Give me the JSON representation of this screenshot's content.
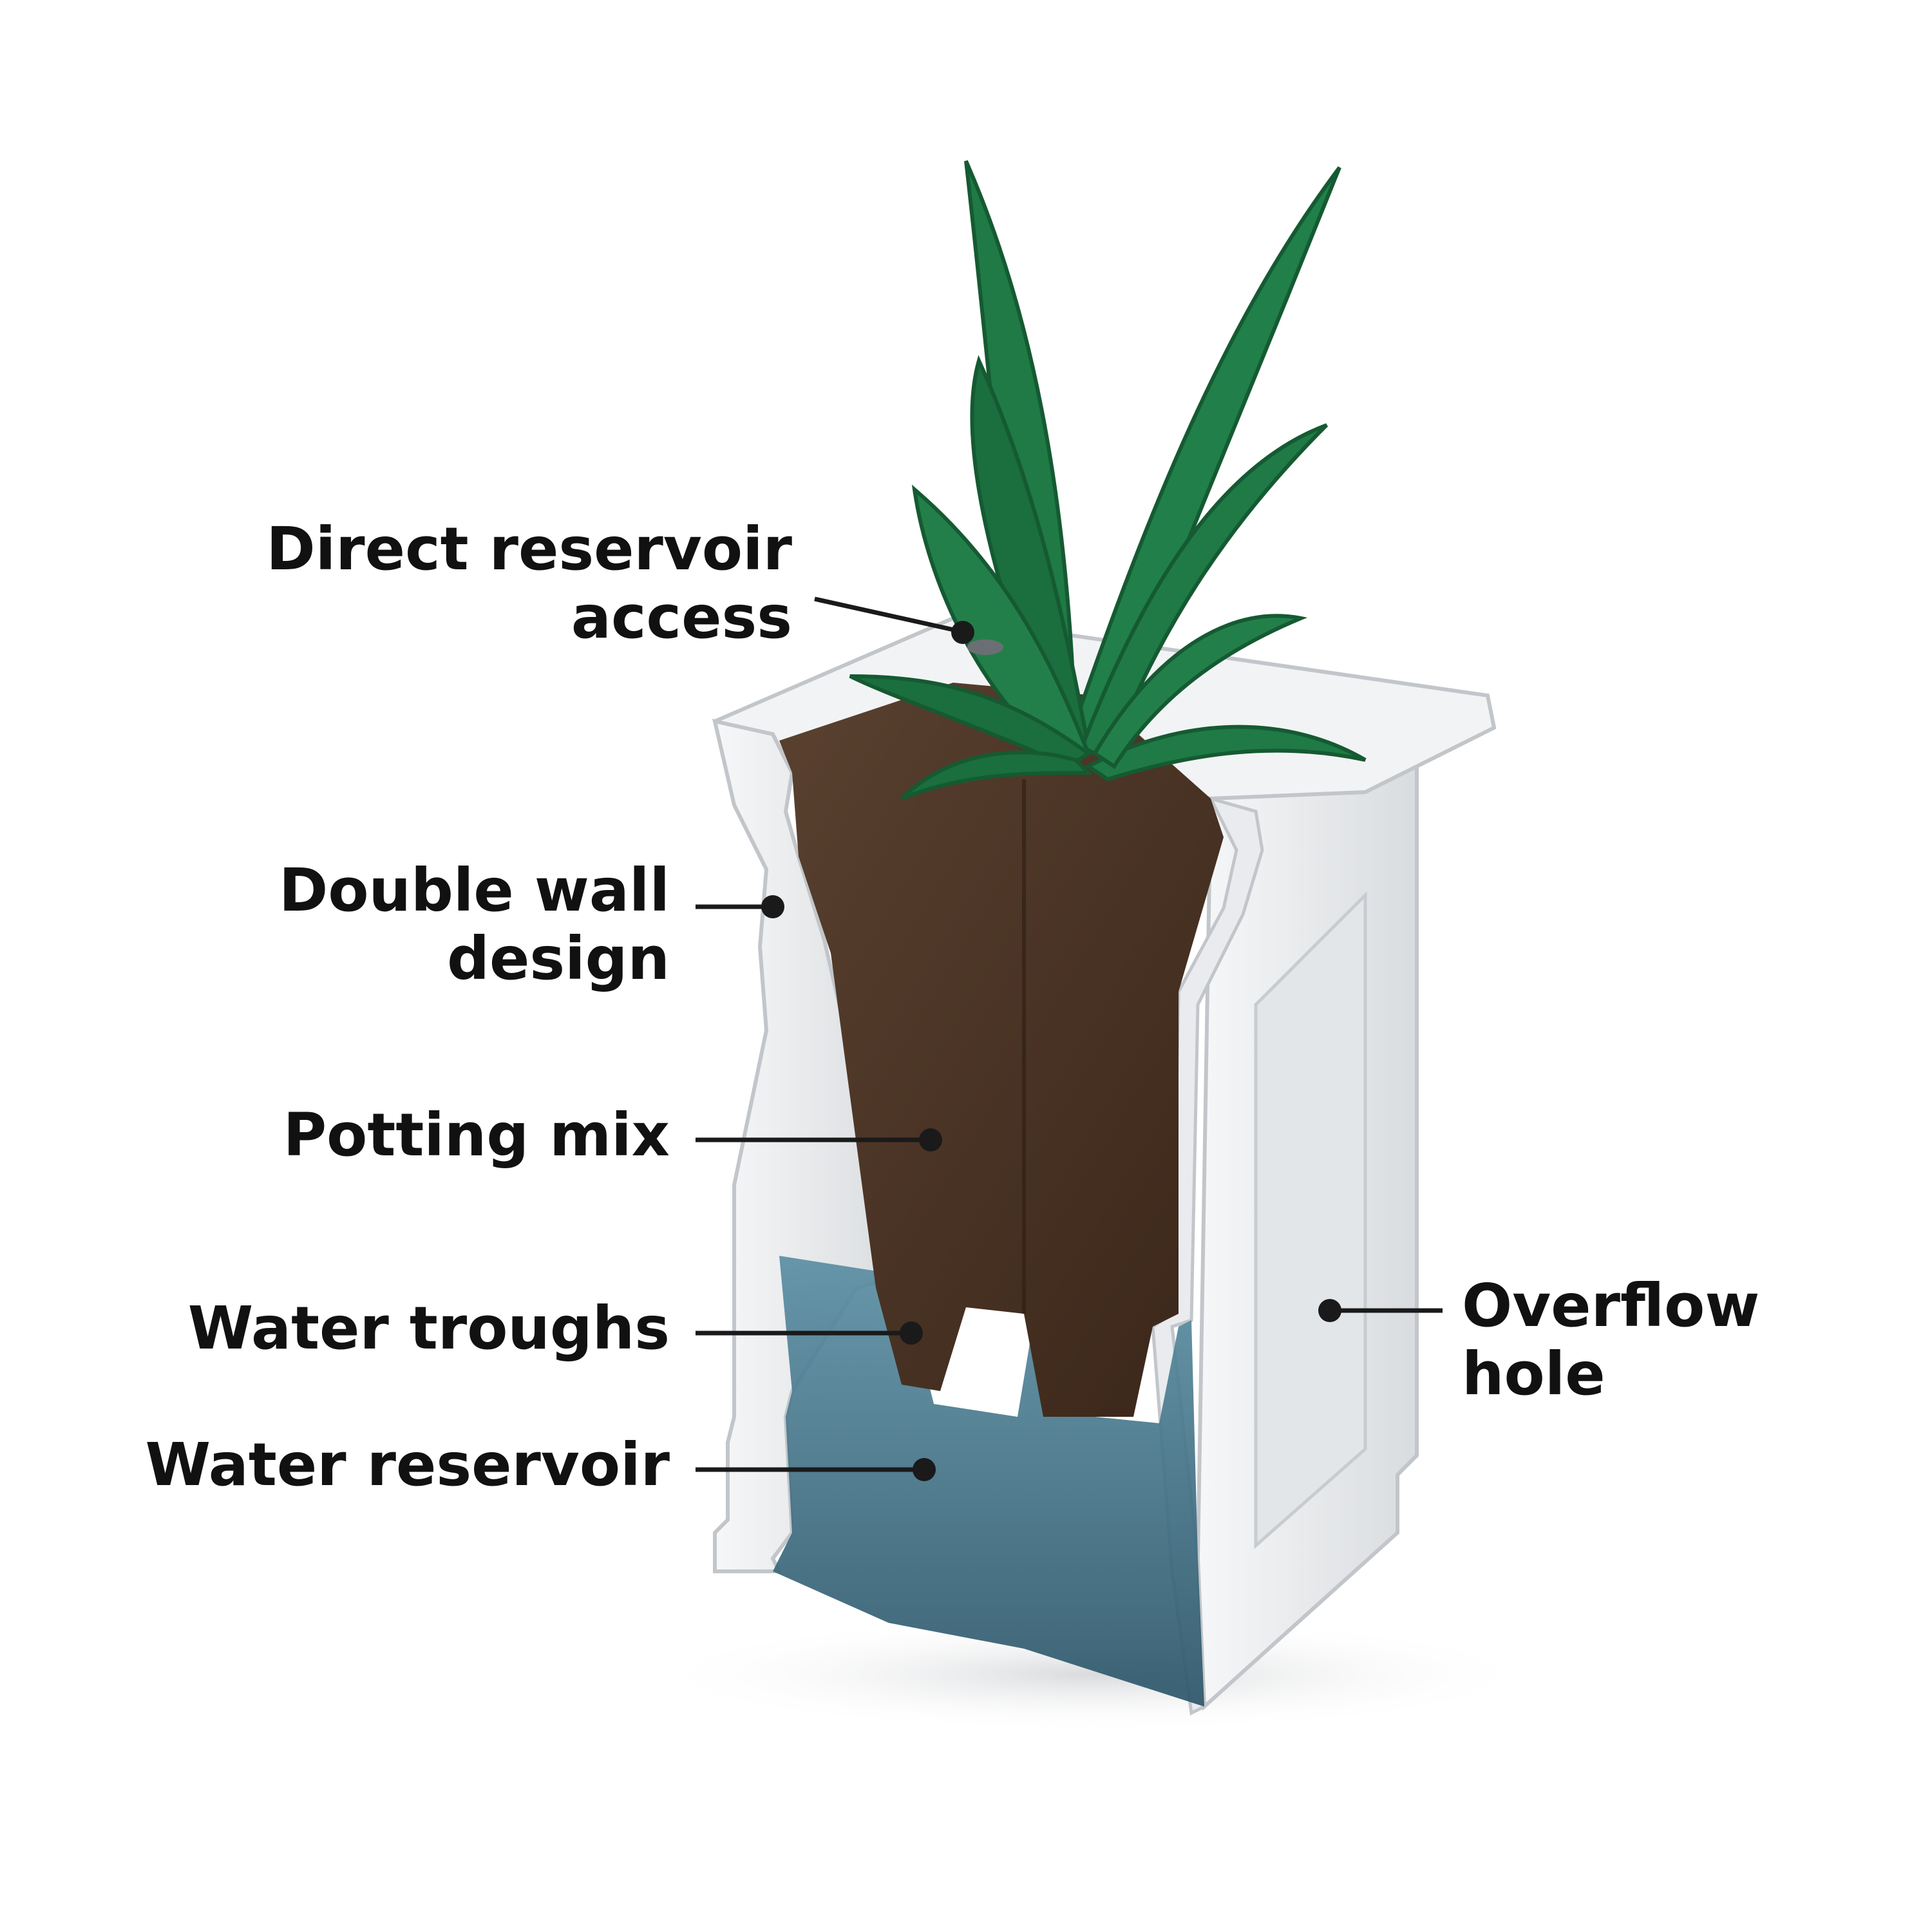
{
  "colors": {
    "background": "#ffffff",
    "label_text": "#111111",
    "leader_line": "#1a1a1a",
    "planter_white": "#eef0f2",
    "planter_shadow": "#c9ccd1",
    "soil": "#4a3526",
    "soil_dark": "#3a2619",
    "water": "#3e6f86",
    "water_dark": "#2f5568",
    "plant_green": "#1f7a45",
    "plant_dark": "#155a32"
  },
  "labels": {
    "direct_reservoir_access": {
      "line1": "Direct reservoir",
      "line2": "access"
    },
    "double_wall_design": {
      "line1": "Double wall",
      "line2": "design"
    },
    "potting_mix": {
      "line1": "Potting mix"
    },
    "water_troughs": {
      "line1": "Water troughs"
    },
    "water_reservoir": {
      "line1": "Water reservoir"
    },
    "overflow_hole": {
      "line1": "Overflow",
      "line2": "hole"
    }
  }
}
